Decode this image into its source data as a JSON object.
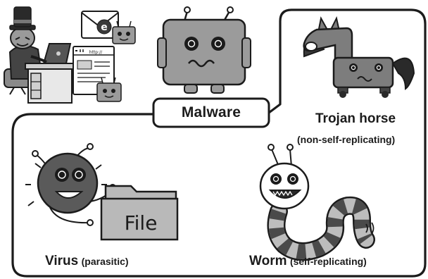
{
  "center": {
    "label": "Malware"
  },
  "categories": [
    {
      "id": "trojan",
      "name": "Trojan horse",
      "note": "(non-self-replicating)"
    },
    {
      "id": "virus",
      "name": "Virus",
      "note": "(parasitic)"
    },
    {
      "id": "worm",
      "name": "Worm",
      "note": "(self-replicating)"
    }
  ],
  "illustration_text": {
    "file_folder": "File",
    "envelope_glyph": "e",
    "browser_url": "http://"
  },
  "colors": {
    "ink": "#1b1b1b",
    "robot_body": "#9b9b9b",
    "horse_body": "#7d7d7d",
    "virus_body": "#5a5a5a",
    "folder": "#b9b9b9",
    "worm_dark": "#4a4a4a",
    "worm_light": "#bdbdbd",
    "paper": "#ffffff"
  }
}
